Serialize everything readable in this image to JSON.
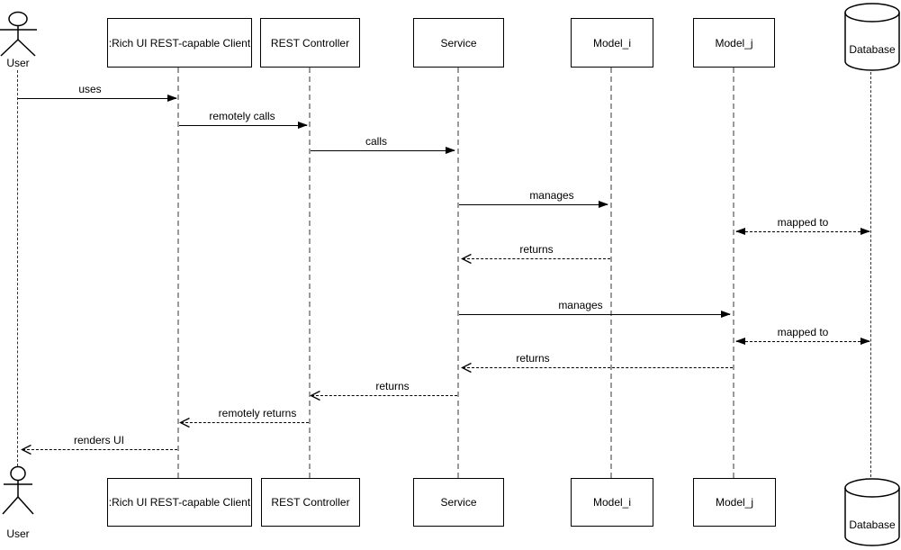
{
  "diagram": {
    "type": "uml-sequence-diagram",
    "participants": [
      {
        "label": "User",
        "shape": "actor"
      },
      {
        "label": ":Rich UI REST-capable Client",
        "shape": "box"
      },
      {
        "label": "REST Controller",
        "shape": "box"
      },
      {
        "label": "Service",
        "shape": "box"
      },
      {
        "label": "Model_i",
        "shape": "box"
      },
      {
        "label": "Model_j",
        "shape": "box"
      },
      {
        "label": "Database",
        "shape": "cylinder"
      }
    ],
    "messages": [
      {
        "label": "uses",
        "from": "User",
        "to": ":Rich UI REST-capable Client",
        "line": "solid",
        "direction": "right"
      },
      {
        "label": "remotely calls",
        "from": ":Rich UI REST-capable Client",
        "to": "REST Controller",
        "line": "solid",
        "direction": "right"
      },
      {
        "label": "calls",
        "from": "REST Controller",
        "to": "Service",
        "line": "solid",
        "direction": "right"
      },
      {
        "label": "manages",
        "from": "Service",
        "to": "Model_i",
        "line": "solid",
        "direction": "right"
      },
      {
        "label": "mapped to",
        "from": "Model_j",
        "to": "Database",
        "line": "dashed",
        "direction": "both"
      },
      {
        "label": "returns",
        "from": "Model_i",
        "to": "Service",
        "line": "dashed",
        "direction": "left"
      },
      {
        "label": "manages",
        "from": "Service",
        "to": "Model_j",
        "line": "solid",
        "direction": "right"
      },
      {
        "label": "mapped to",
        "from": "Model_j",
        "to": "Database",
        "line": "dashed",
        "direction": "both"
      },
      {
        "label": "returns",
        "from": "Model_j",
        "to": "Service",
        "line": "dashed",
        "direction": "left"
      },
      {
        "label": "returns",
        "from": "Service",
        "to": "REST Controller",
        "line": "dashed",
        "direction": "left"
      },
      {
        "label": "remotely returns",
        "from": "REST Controller",
        "to": ":Rich UI REST-capable Client",
        "line": "dashed",
        "direction": "left"
      },
      {
        "label": "renders UI",
        "from": ":Rich UI REST-capable Client",
        "to": "User",
        "line": "dashed",
        "direction": "left"
      }
    ],
    "colors": {
      "stroke": "#000000",
      "lifeline_gray": "#9a9a9a",
      "background": "#ffffff"
    }
  }
}
